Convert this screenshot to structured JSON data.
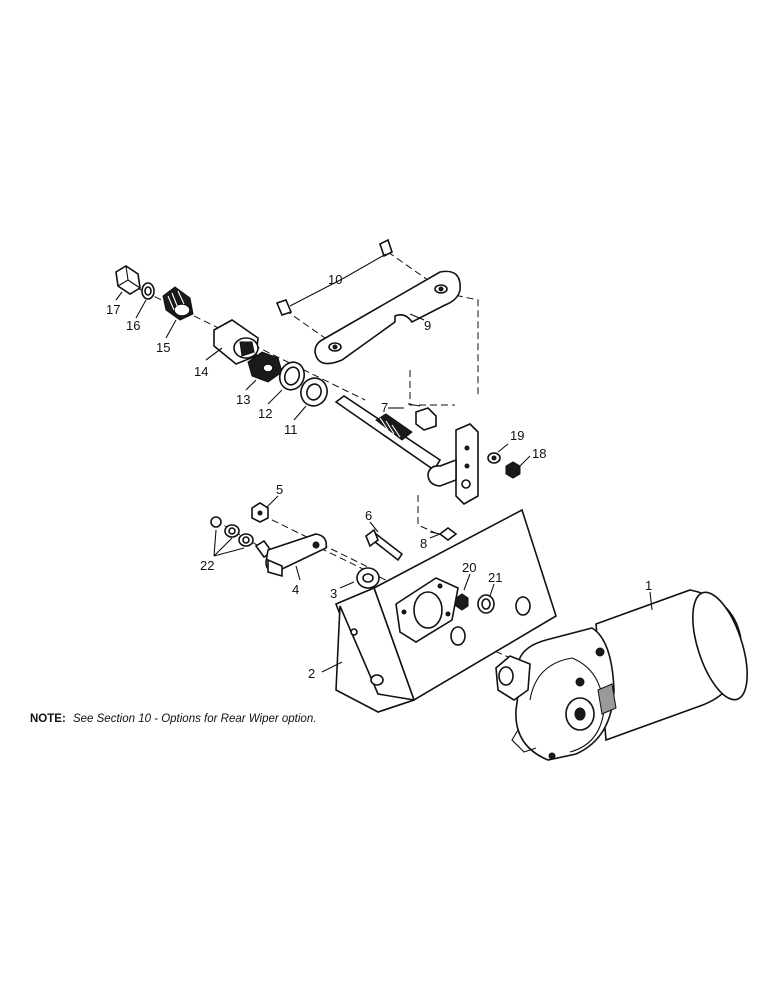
{
  "callouts": {
    "c1": "1",
    "c2": "2",
    "c3": "3",
    "c4": "4",
    "c5": "5",
    "c6": "6",
    "c7": "7",
    "c8": "8",
    "c9": "9",
    "c10": "10",
    "c11": "11",
    "c12": "12",
    "c13": "13",
    "c14": "14",
    "c15": "15",
    "c16": "16",
    "c17": "17",
    "c18": "18",
    "c19": "19",
    "c20": "20",
    "c21": "21",
    "c22": "22"
  },
  "note": {
    "label": "NOTE:",
    "text": "See Section 10 - Options for Rear Wiper option."
  }
}
